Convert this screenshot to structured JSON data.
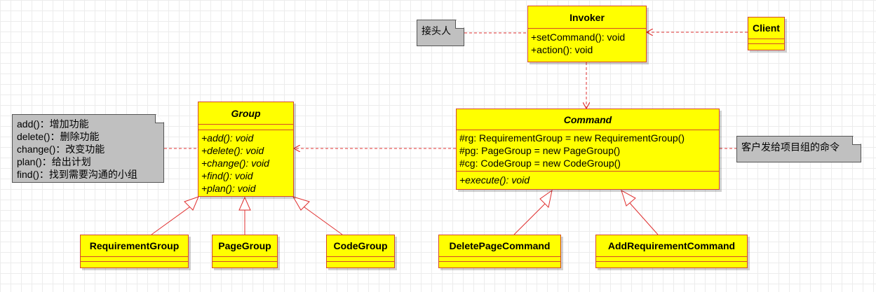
{
  "invoker": {
    "name": "Invoker",
    "methods": [
      "+setCommand(): void",
      "+action(): void"
    ]
  },
  "client": {
    "name": "Client"
  },
  "command": {
    "name": "Command",
    "attributes": [
      "#rg: RequirementGroup = new RequirementGroup()",
      "#pg: PageGroup = new PageGroup()",
      "#cg: CodeGroup = new CodeGroup()"
    ],
    "methods": [
      "+execute(): void"
    ]
  },
  "group": {
    "name": "Group",
    "methods": [
      "+add(): void",
      "+delete(): void",
      "+change(): void",
      "+find(): void",
      "+plan(): void"
    ]
  },
  "subclasses": {
    "requirement_group": "RequirementGroup",
    "page_group": "PageGroup",
    "code_group": "CodeGroup",
    "delete_page_command": "DeletePageCommand",
    "add_requirement_command": "AddRequirementCommand"
  },
  "notes": {
    "invoker_note": "接头人",
    "command_note": "客户发给项目组的命令",
    "group_note": [
      "add()：增加功能",
      "delete()：删除功能",
      "change()：改变功能",
      "plan()：给出计划",
      "find()：找到需要沟通的小组"
    ]
  },
  "colors": {
    "class_fill": "#ffff00",
    "class_border": "#d44a2a",
    "connector": "#e03030",
    "note_fill": "#c0c0c0"
  }
}
